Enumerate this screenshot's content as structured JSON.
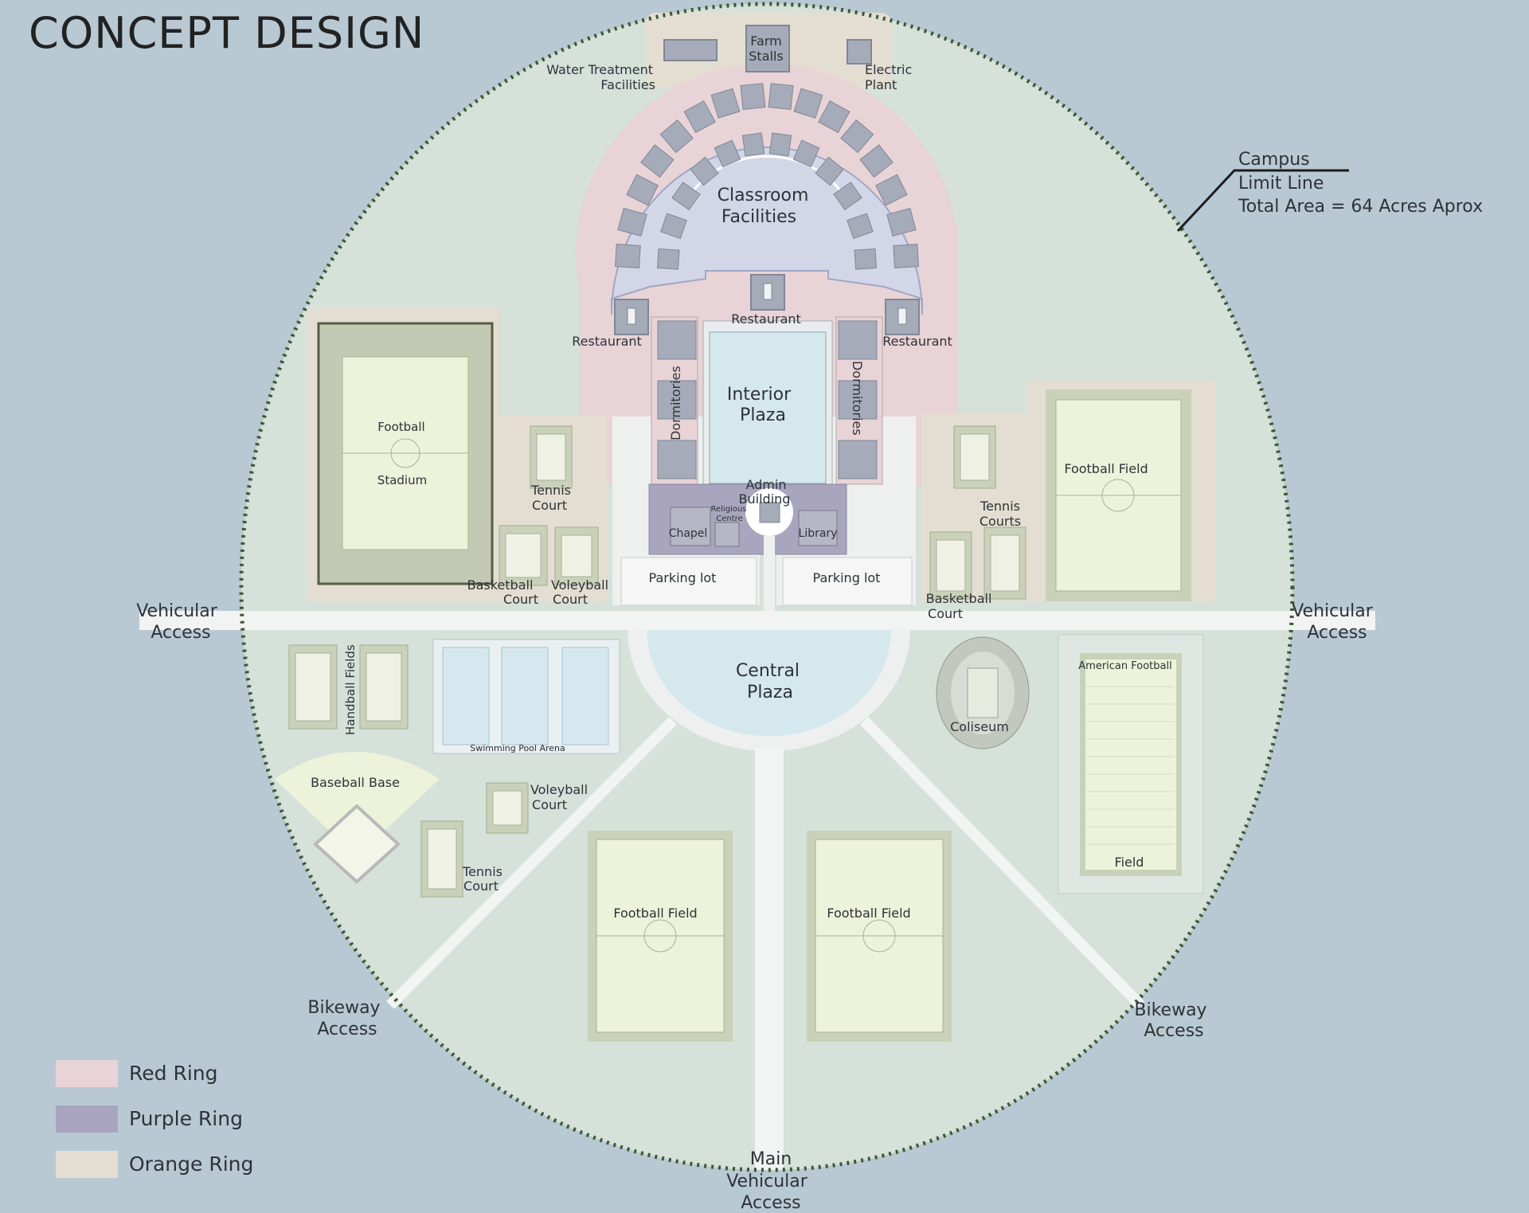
{
  "title": "CONCEPT DESIGN",
  "campus_limit": {
    "line1": "Campus",
    "line2": "Limit Line",
    "line3": "Total Area = 64 Acres Aprox"
  },
  "facilities": {
    "farm_stalls_1": "Farm",
    "farm_stalls_2": "Stalls",
    "water_treatment_1": "Water Treatment",
    "water_treatment_2": "Facilities",
    "electric_plant_1": "Electric",
    "electric_plant_2": "Plant",
    "classroom_1": "Classroom",
    "classroom_2": "Facilities",
    "restaurant": "Restaurant",
    "dormitories": "Dormitories",
    "interior_plaza_1": "Interior",
    "interior_plaza_2": "Plaza",
    "admin_1": "Admin",
    "admin_2": "Building",
    "religious_1": "Religious",
    "religious_2": "Centre",
    "chapel": "Chapel",
    "library": "Library",
    "parking": "Parking lot",
    "central_plaza_1": "Central",
    "central_plaza_2": "Plaza"
  },
  "sports": {
    "football_1": "Football",
    "stadium": "Stadium",
    "tennis": "Tennis",
    "court": "Court",
    "courts": "Courts",
    "basketball": "Basketball",
    "volleyball": "Voleyball",
    "football_field": "Football Field",
    "handball": "Handball Fields",
    "swimming": "Swimming Pool Arena",
    "baseball": "Baseball Base",
    "coliseum": "Coliseum",
    "american_football": "American Football",
    "field": "Field"
  },
  "access": {
    "vehicular_1": "Vehicular",
    "vehicular_2": "Access",
    "bikeway_1": "Bikeway",
    "bikeway_2": "Access",
    "main_1": "Main",
    "main_2": "Vehicular",
    "main_3": "Access"
  },
  "legend": [
    {
      "label": "Red Ring",
      "color": "#e8d3d6"
    },
    {
      "label": "Purple Ring",
      "color": "#a9a5be"
    },
    {
      "label": "Orange Ring",
      "color": "#e4ddd1"
    }
  ],
  "colors": {
    "background": "#b9c9d3",
    "campus": "#d5e1d9",
    "red_ring": "#e8d3d6",
    "purple_ring": "#a9a5be",
    "orange_ring": "#e4ddd1",
    "classroom": "#d3d6e7",
    "plaza": "#d4e8ee",
    "field": "#edf2da",
    "boundary": "#3e5a30"
  }
}
